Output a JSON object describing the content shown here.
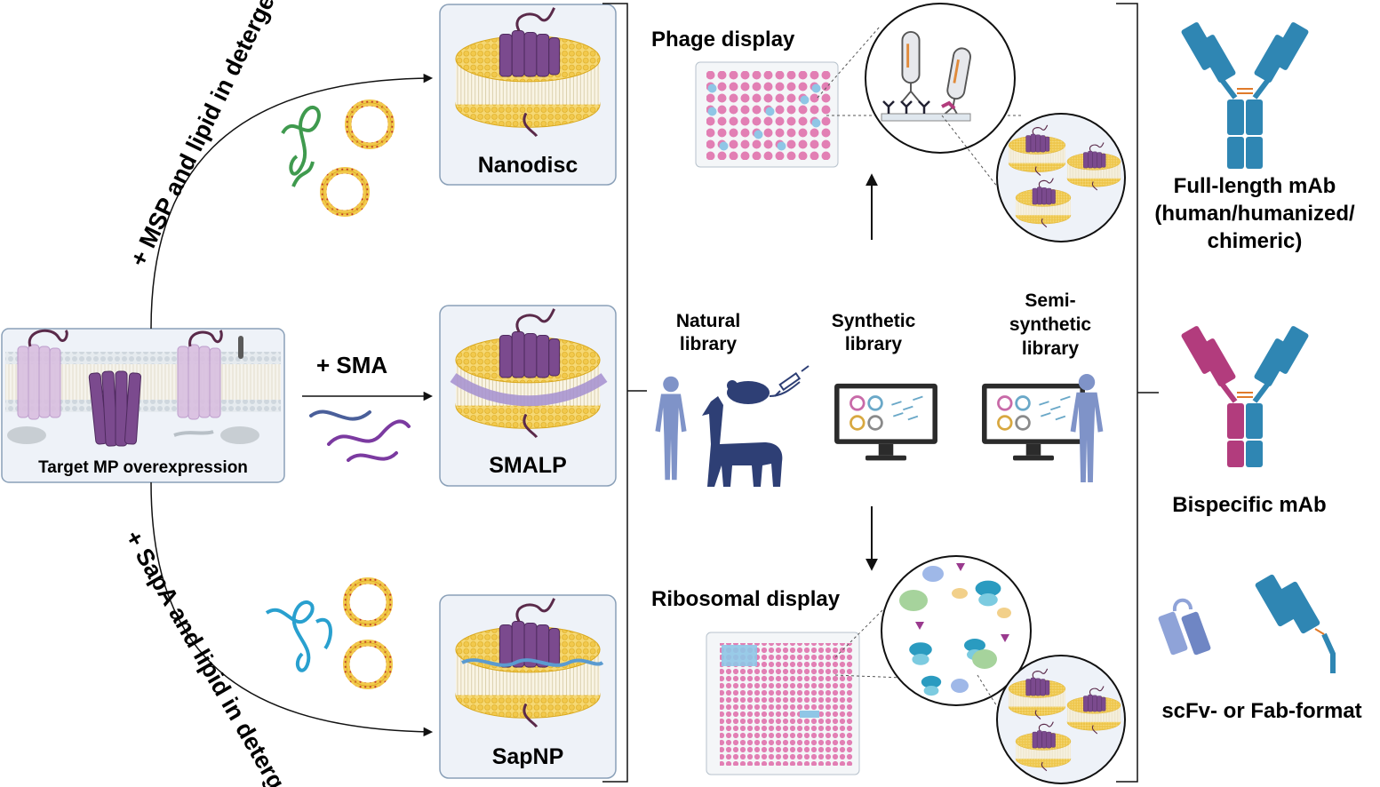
{
  "labels": {
    "target": "Target MP overexpression",
    "msp": "+ MSP and lipid in detergent",
    "sma": "+ SMA",
    "sapa": "+ SapA and lipid in detergent",
    "nanodisc": "Nanodisc",
    "smalp": "SMALP",
    "sapnp": "SapNP",
    "phage": "Phage display",
    "ribosomal": "Ribosomal display",
    "natural_l1": "Natural",
    "natural_l2": "library",
    "synthetic_l1": "Synthetic",
    "synthetic_l2": "library",
    "semi_l1": "Semi-",
    "semi_l2": "synthetic",
    "semi_l3": "library",
    "fulllength_l1": "Full-length mAb",
    "fulllength_l2": "(human/humanized/",
    "fulllength_l3": "chimeric)",
    "bispecific": "Bispecific mAb",
    "scfv": "scFv- or Fab-format"
  },
  "colors": {
    "purple": "#7b4a8e",
    "purple_light": "#b895c8",
    "lipid": "#f2c94c",
    "lipid_edge": "#d9a81e",
    "panel_fill": "#eef2f8",
    "panel_edge": "#8aa0b8",
    "human": "#7f93c8",
    "antibody_blue": "#2f86b3",
    "antibody_magenta": "#b23c7d",
    "well_pink": "#e27fb4",
    "well_blue": "#8fc6e6"
  },
  "icons": {
    "membrane": "membrane-icon",
    "disc": "lipid-disc-icon",
    "liposome": "liposome-icon",
    "msp_protein": "msp-protein-icon",
    "sapa_protein": "sapa-protein-icon",
    "polymer": "sma-polymer-icon",
    "phage": "phage-icon",
    "plate": "well-plate-icon",
    "human": "human-figure-icon",
    "mouse": "mouse-icon",
    "llama": "llama-icon",
    "syringe": "syringe-icon",
    "monitor": "computer-monitor-icon",
    "antibody": "antibody-icon",
    "ribosome": "ribosome-icon"
  }
}
